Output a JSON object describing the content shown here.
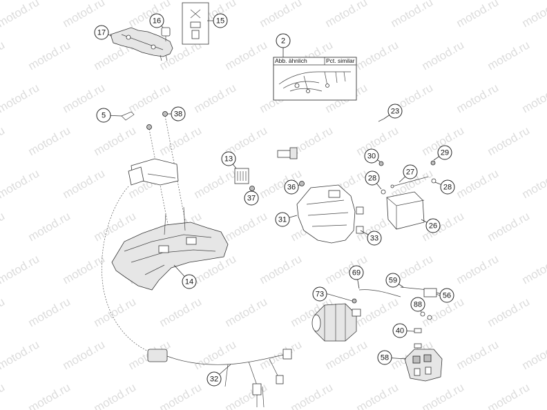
{
  "watermark": {
    "text": "motod.ru"
  },
  "callouts": [
    {
      "id": "c2",
      "label": "2"
    },
    {
      "id": "c5",
      "label": "5"
    },
    {
      "id": "c13",
      "label": "13"
    },
    {
      "id": "c14",
      "label": "14"
    },
    {
      "id": "c15",
      "label": "15"
    },
    {
      "id": "c16",
      "label": "16"
    },
    {
      "id": "c17",
      "label": "17"
    },
    {
      "id": "c23",
      "label": "23"
    },
    {
      "id": "c26",
      "label": "26"
    },
    {
      "id": "c27",
      "label": "27"
    },
    {
      "id": "c28a",
      "label": "28"
    },
    {
      "id": "c28b",
      "label": "28"
    },
    {
      "id": "c29",
      "label": "29"
    },
    {
      "id": "c30",
      "label": "30"
    },
    {
      "id": "c31",
      "label": "31"
    },
    {
      "id": "c32",
      "label": "32"
    },
    {
      "id": "c33",
      "label": "33"
    },
    {
      "id": "c36",
      "label": "36"
    },
    {
      "id": "c37",
      "label": "37"
    },
    {
      "id": "c38",
      "label": "38"
    },
    {
      "id": "c40",
      "label": "40"
    },
    {
      "id": "c56",
      "label": "56"
    },
    {
      "id": "c58",
      "label": "58"
    },
    {
      "id": "c59",
      "label": "59"
    },
    {
      "id": "c69",
      "label": "69"
    },
    {
      "id": "c73",
      "label": "73"
    },
    {
      "id": "c88",
      "label": "88"
    }
  ],
  "harness_box": {
    "label_left": "Abb. ähnlich",
    "label_right": "Pct. similar"
  }
}
